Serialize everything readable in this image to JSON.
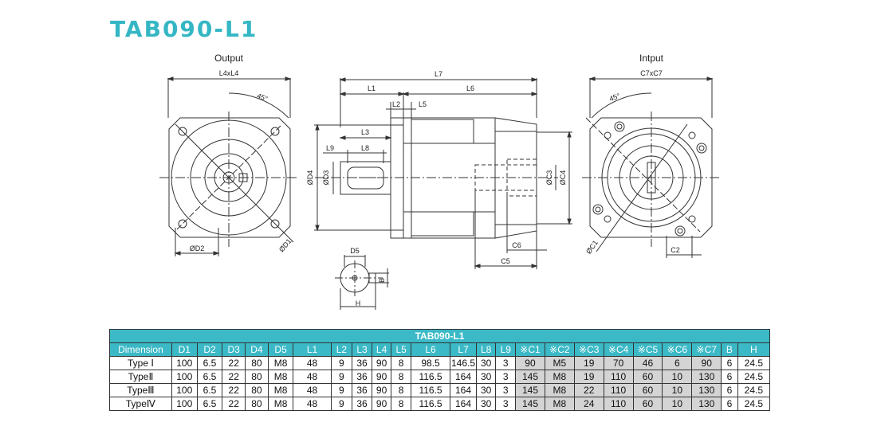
{
  "title": "TAB090-L1",
  "views": {
    "output": "Output",
    "input": "Intput"
  },
  "dims": {
    "l4xl4": "L4xL4",
    "angle_out": "45°",
    "d1": "ØD1",
    "d2": "ØD2",
    "l7": "L7",
    "l1": "L1",
    "l6": "L6",
    "l2": "L2",
    "l5": "L5",
    "l3": "L3",
    "l9": "L9",
    "l8": "L8",
    "d4": "ØD4",
    "d3": "ØD3",
    "c3": "ØC3",
    "c4": "ØC4",
    "c6": "C6",
    "c5": "C5",
    "d5": "D5",
    "b": "B",
    "h": "H",
    "c7xc7": "C7xC7",
    "angle_in": "45°",
    "c1": "ØC1",
    "c2": "C2"
  },
  "table": {
    "caption": "TAB090-L1",
    "headers": [
      "Dimension",
      "D1",
      "D2",
      "D3",
      "D4",
      "D5",
      "L1",
      "L2",
      "L3",
      "L4",
      "L5",
      "L6",
      "L7",
      "L8",
      "L9",
      "※C1",
      "※C2",
      "※C3",
      "※C4",
      "※C5",
      "※C6",
      "※C7",
      "B",
      "H"
    ],
    "rows": [
      [
        "Type Ⅰ",
        "100",
        "6.5",
        "22",
        "80",
        "M8",
        "48",
        "9",
        "36",
        "90",
        "8",
        "98.5",
        "146.5",
        "30",
        "3",
        "90",
        "M5",
        "19",
        "70",
        "46",
        "6",
        "90",
        "6",
        "24.5"
      ],
      [
        "TypeⅡ",
        "100",
        "6.5",
        "22",
        "80",
        "M8",
        "48",
        "9",
        "36",
        "90",
        "8",
        "116.5",
        "164",
        "30",
        "3",
        "145",
        "M8",
        "19",
        "110",
        "60",
        "10",
        "130",
        "6",
        "24.5"
      ],
      [
        "TypeⅢ",
        "100",
        "6.5",
        "22",
        "80",
        "M8",
        "48",
        "9",
        "36",
        "90",
        "8",
        "116.5",
        "164",
        "30",
        "3",
        "145",
        "M8",
        "22",
        "110",
        "60",
        "10",
        "130",
        "6",
        "24.5"
      ],
      [
        "TypeⅣ",
        "100",
        "6.5",
        "22",
        "80",
        "M8",
        "48",
        "9",
        "36",
        "90",
        "8",
        "116.5",
        "164",
        "30",
        "3",
        "145",
        "M8",
        "24",
        "110",
        "60",
        "10",
        "130",
        "6",
        "24.5"
      ]
    ]
  },
  "colors": {
    "accent": "#35b6c4",
    "header_bg": "#3bb9c6",
    "shade": "#d4d4d4"
  }
}
